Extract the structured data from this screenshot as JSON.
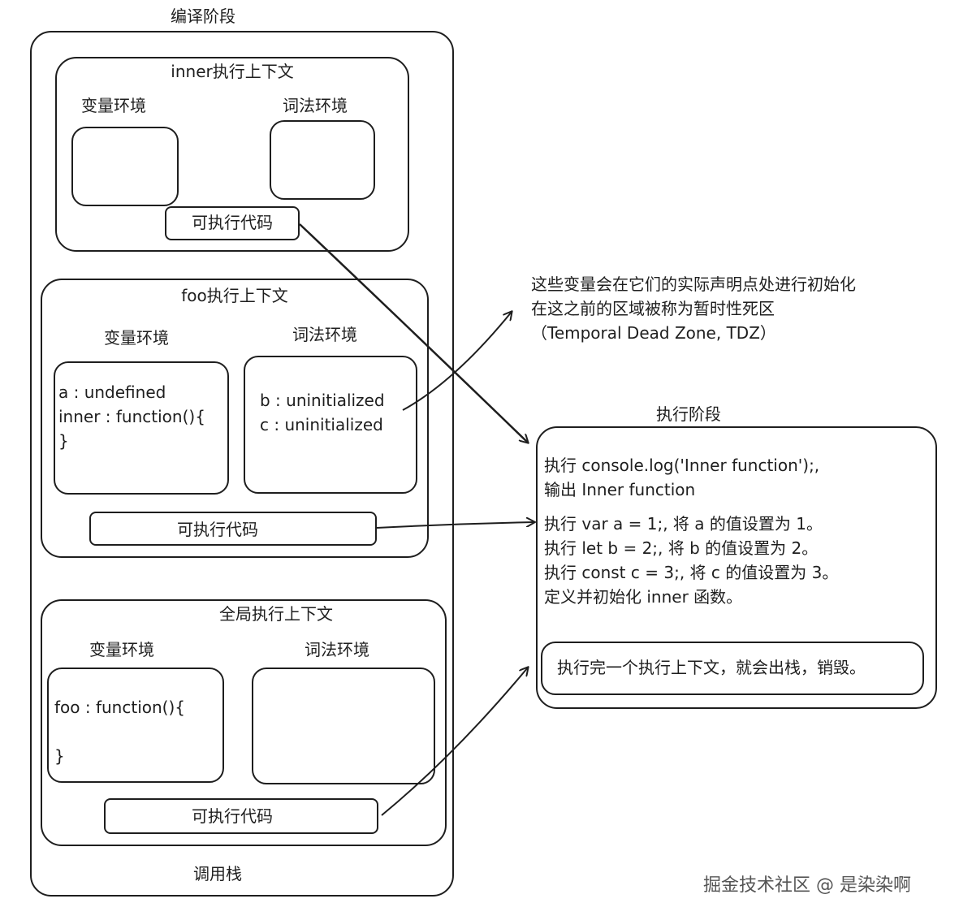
{
  "compile_phase": {
    "title": "编译阶段",
    "stack_label": "调用栈",
    "inner_ctx": {
      "title": "inner执行上下文",
      "var_env": "变量环境",
      "lex_env": "词法环境",
      "exec_code": "可执行代码"
    },
    "foo_ctx": {
      "title": "foo执行上下文",
      "var_env": "变量环境",
      "lex_env": "词法环境",
      "var_lines": [
        "a : undefined",
        "inner : function(){",
        "}"
      ],
      "lex_lines": [
        "b : uninitialized",
        "c : uninitialized"
      ],
      "exec_code": "可执行代码"
    },
    "global_ctx": {
      "title": "全局执行上下文",
      "var_env": "变量环境",
      "lex_env": "词法环境",
      "var_lines": [
        "foo : function(){",
        "",
        "}"
      ],
      "exec_code": "可执行代码"
    }
  },
  "tdz_note": {
    "lines": [
      "这些变量会在它们的实际声明点处进行初始化",
      "在这之前的区域被称为暂时性死区",
      "（Temporal Dead Zone, TDZ）"
    ]
  },
  "exec_phase": {
    "title": "执行阶段",
    "lines_a": [
      "执行 console.log('Inner function');,",
      "输出 Inner function"
    ],
    "lines_b": [
      "执行 var a = 1;, 将 a 的值设置为 1。",
      "执行 let b = 2;, 将 b 的值设置为 2。",
      "执行 const c = 3;, 将 c 的值设置为 3。",
      "定义并初始化 inner 函数。"
    ],
    "pop_note": "执行完一个执行上下文，就会出栈，销毁。"
  },
  "watermark": "掘金技术社区 @ 是染染啊",
  "colors": {
    "stroke": "#1e1e1e",
    "background": "#ffffff"
  }
}
